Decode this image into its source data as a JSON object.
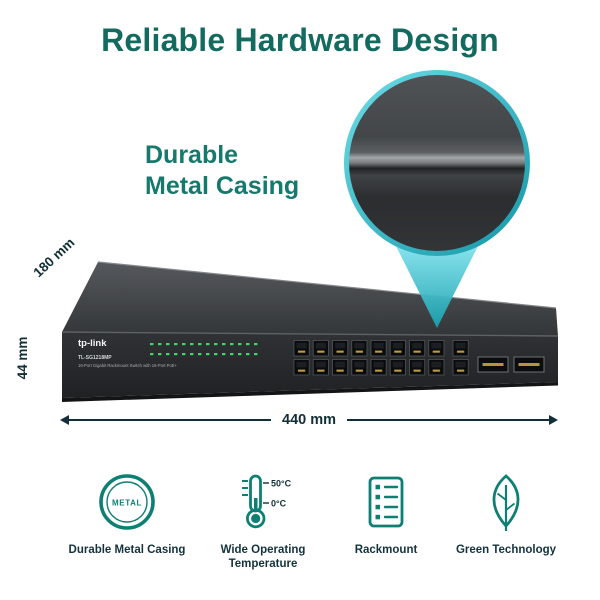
{
  "title": "Reliable Hardware Design",
  "callout": {
    "line1": "Durable",
    "line2": "Metal Casing"
  },
  "dimensions": {
    "depth": "180 mm",
    "height": "44 mm",
    "width": "440 mm"
  },
  "device": {
    "brand": "tp-link",
    "model": "TL-SG1218MP",
    "description": "16-Port Gigabit Rackmount Switch with 16-Port PoE+"
  },
  "features": [
    {
      "icon": "metal-badge-icon",
      "icon_text": "METAL",
      "label": "Durable Metal Casing"
    },
    {
      "icon": "thermometer-icon",
      "temp_high": "50°C",
      "temp_low": "0°C",
      "label": "Wide Operating Temperature"
    },
    {
      "icon": "rackmount-icon",
      "label": "Rackmount"
    },
    {
      "icon": "leaf-icon",
      "label": "Green Technology"
    }
  ],
  "colors": {
    "accent": "#0e7f73",
    "title": "#136a5e",
    "callout": "#15796c",
    "dim": "#122f38",
    "label": "#14333d",
    "lens1": "#6fdde9",
    "lens2": "#1397a6"
  }
}
